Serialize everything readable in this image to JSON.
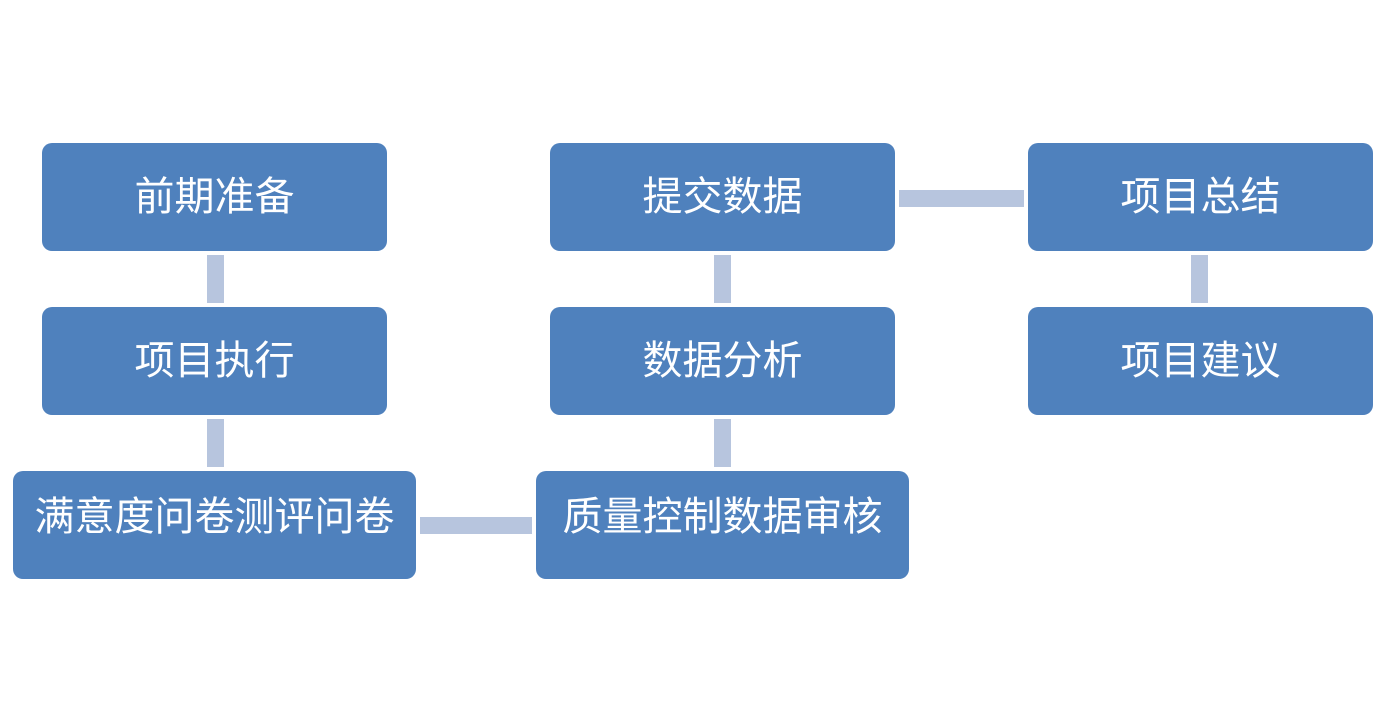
{
  "colors": {
    "box_fill": "#4f81bd",
    "connector": "#b7c5de",
    "text": "#ffffff",
    "background": "#ffffff"
  },
  "nodes": {
    "prep": "前期准备",
    "execute": "项目执行",
    "survey": "满意度问卷测评问卷",
    "quality": "质量控制数据审核",
    "analysis": "数据分析",
    "submit": "提交数据",
    "summary": "项目总结",
    "advice": "项目建议"
  }
}
